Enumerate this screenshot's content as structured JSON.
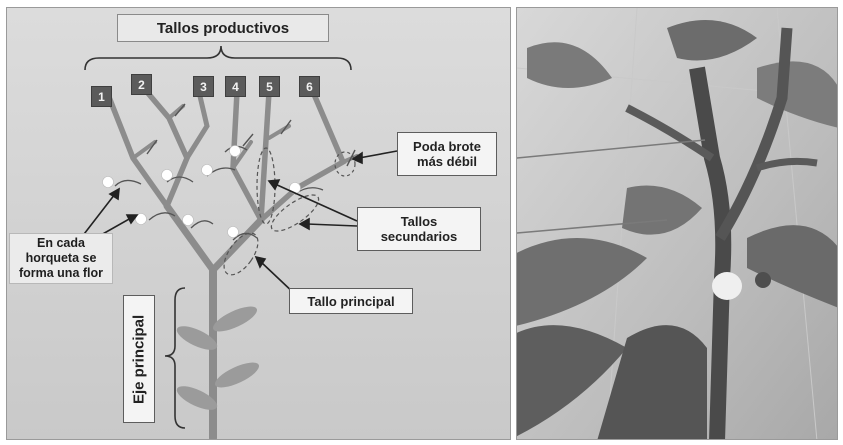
{
  "diagram": {
    "title": "Tallos productivos",
    "stem_numbers": [
      "1",
      "2",
      "3",
      "4",
      "5",
      "6"
    ],
    "callouts": {
      "prune": "Poda brote\nmás débil",
      "secondary": "Tallos\nsecundarios",
      "main_stem": "Tallo principal",
      "flower": "En cada\nhorqueta se\nforma una flor",
      "main_axis": "Eje principal"
    }
  },
  "colors": {
    "stem": "#8c8c8c",
    "leaf": "#9b9b9b",
    "panel": "#d3d3d3",
    "number_box": "#5b5b5b"
  }
}
